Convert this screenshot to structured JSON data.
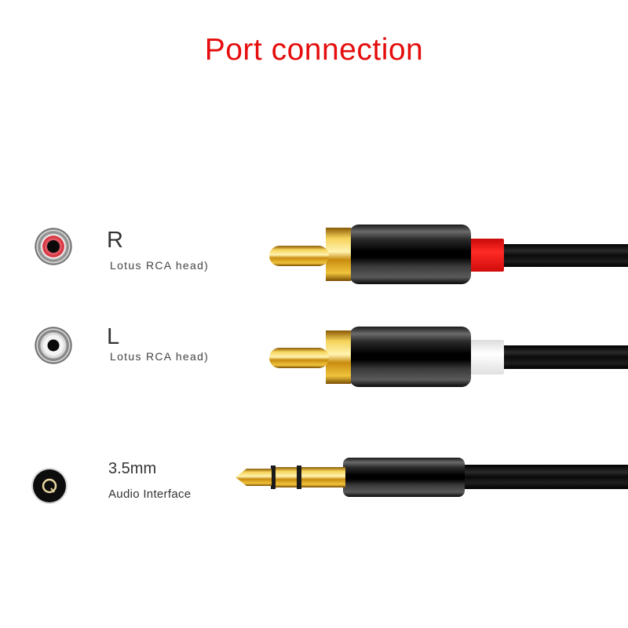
{
  "title": "Port connection",
  "colors": {
    "title": "#e50d0d",
    "gold": "#d8a51c",
    "body_black": "#111111",
    "right_band": "#f0181a",
    "left_band": "#f2f2f2"
  },
  "ports": [
    {
      "label": "R",
      "sublabel": "Lotus RCA head)",
      "icon": "rca-red-port-icon",
      "band_color": "red"
    },
    {
      "label": "L",
      "sublabel": "Lotus RCA head)",
      "icon": "rca-white-port-icon",
      "band_color": "white"
    },
    {
      "label": "3.5mm",
      "sublabel": "Audio Interface",
      "icon": "3.5mm-jack-port-icon"
    }
  ]
}
